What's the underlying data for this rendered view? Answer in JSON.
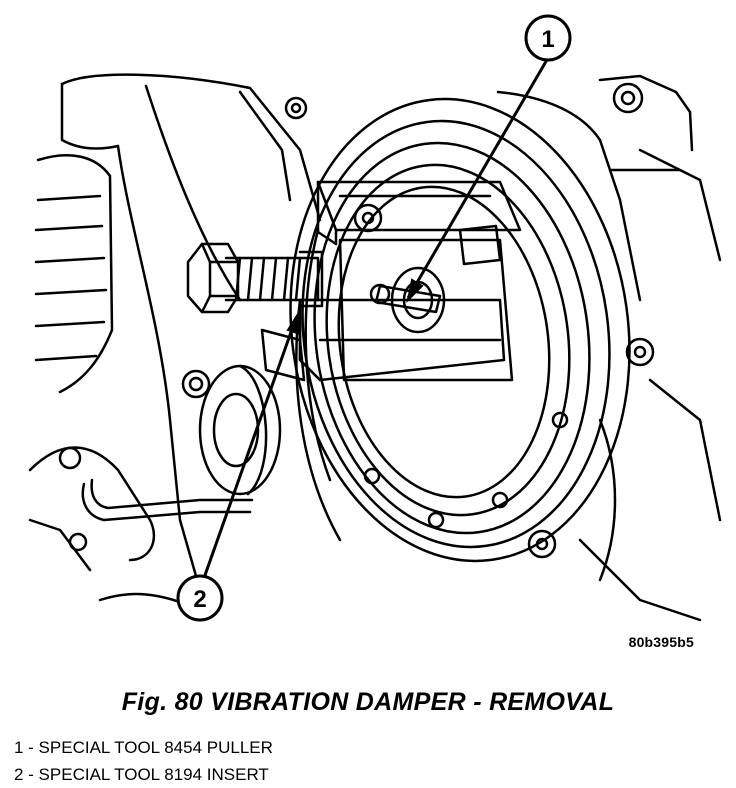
{
  "figure": {
    "reference_code": "80b395b5",
    "caption": "Fig. 80 VIBRATION DAMPER - REMOVAL",
    "callouts": [
      {
        "number": "1",
        "legend": "1 - SPECIAL TOOL 8454 PULLER"
      },
      {
        "number": "2",
        "legend": "2 - SPECIAL TOOL 8194 INSERT"
      }
    ],
    "colors": {
      "line": "#000000",
      "background": "#ffffff"
    }
  }
}
